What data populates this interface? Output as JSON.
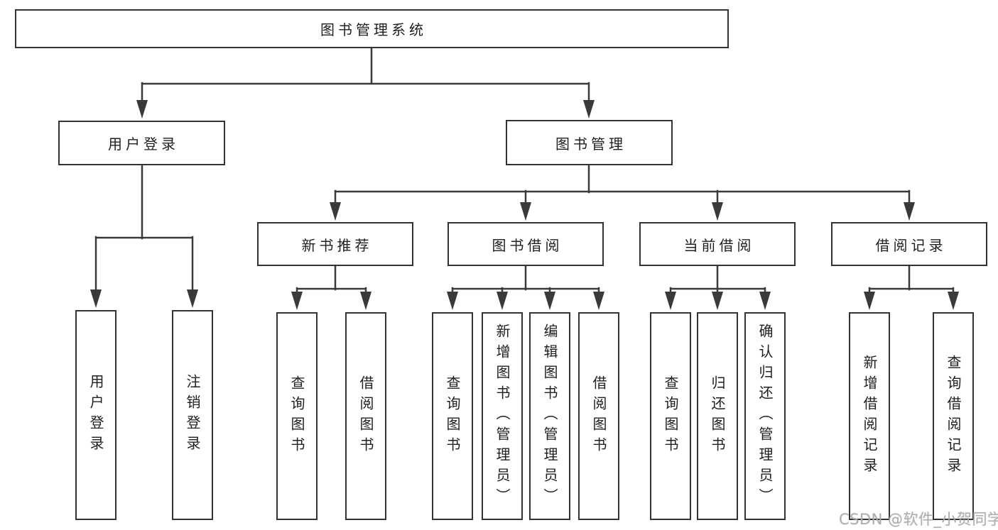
{
  "diagram": {
    "root": {
      "label": "图书管理系统"
    },
    "login_branch": {
      "label": "用户登录",
      "children": [
        {
          "label": "用户登录"
        },
        {
          "label": "注销登录"
        }
      ]
    },
    "management_branch": {
      "label": "图书管理",
      "groups": [
        {
          "label": "新书推荐",
          "children": [
            {
              "label": "查询图书"
            },
            {
              "label": "借阅图书"
            }
          ]
        },
        {
          "label": "图书借阅",
          "children": [
            {
              "label": "查询图书"
            },
            {
              "label": "新增图书（管理员）"
            },
            {
              "label": "编辑图书（管理员）"
            },
            {
              "label": "借阅图书"
            }
          ]
        },
        {
          "label": "当前借阅",
          "children": [
            {
              "label": "查询图书"
            },
            {
              "label": "归还图书"
            },
            {
              "label": "确认归还（管理员）"
            }
          ]
        },
        {
          "label": "借阅记录",
          "children": [
            {
              "label": "新增借阅记录"
            },
            {
              "label": "查询借阅记录"
            }
          ]
        }
      ]
    },
    "watermark": "CSDN @软件_小贺同学",
    "colors": {
      "line": "#3a3a3a",
      "box_border": "#333333",
      "text": "#1f1f1f",
      "watermark": "#acacac",
      "background": "#ffffff"
    }
  }
}
